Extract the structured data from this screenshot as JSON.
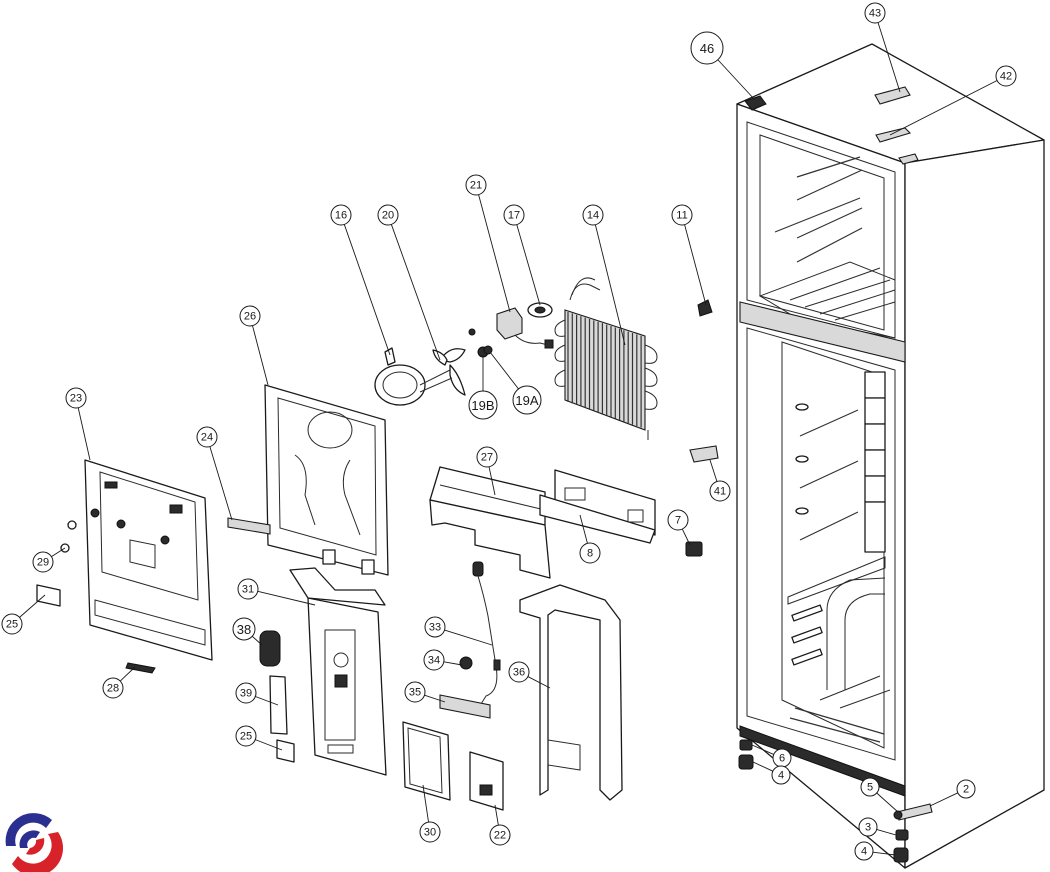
{
  "diagram": {
    "title": "Refrigerator exploded parts view",
    "brand_logo": {
      "icon": "swirl-logo-icon",
      "colors": {
        "blue": "#2b2f8f",
        "red": "#d8222a"
      }
    },
    "callouts": [
      {
        "id": "46",
        "label": "46",
        "part": "cabinet-top-hinge-cover-left",
        "large": true
      },
      {
        "id": "43",
        "label": "43",
        "part": "top-hinge-cover"
      },
      {
        "id": "42",
        "label": "42",
        "part": "top-hinge"
      },
      {
        "id": "21",
        "label": "21",
        "part": "fan-motor"
      },
      {
        "id": "16",
        "label": "16",
        "part": "fan-motor-bracket"
      },
      {
        "id": "20",
        "label": "20",
        "part": "fan-blade"
      },
      {
        "id": "17",
        "label": "17",
        "part": "motor-mount"
      },
      {
        "id": "14",
        "label": "14",
        "part": "evaporator"
      },
      {
        "id": "11",
        "label": "11",
        "part": "damper-sensor"
      },
      {
        "id": "19B",
        "label": "19B",
        "part": "grommet-b",
        "large": true
      },
      {
        "id": "19A",
        "label": "19A",
        "part": "grommet-a",
        "large": true
      },
      {
        "id": "26",
        "label": "26",
        "part": "air-duct-back-plate"
      },
      {
        "id": "23",
        "label": "23",
        "part": "evaporator-cover"
      },
      {
        "id": "24",
        "label": "24",
        "part": "clip"
      },
      {
        "id": "29",
        "label": "29",
        "part": "screw-cap"
      },
      {
        "id": "25",
        "label": "25",
        "part": "cover-cap"
      },
      {
        "id": "28",
        "label": "28",
        "part": "vent-grille"
      },
      {
        "id": "27",
        "label": "27",
        "part": "insulation-panel"
      },
      {
        "id": "8",
        "label": "8",
        "part": "crisper-cover"
      },
      {
        "id": "7",
        "label": "7",
        "part": "connector"
      },
      {
        "id": "41",
        "label": "41",
        "part": "lamp-holder"
      },
      {
        "id": "31",
        "label": "31",
        "part": "fridge-air-duct"
      },
      {
        "id": "38",
        "label": "38",
        "part": "knob",
        "large": true
      },
      {
        "id": "39",
        "label": "39",
        "part": "label-plate"
      },
      {
        "id": "25b",
        "label": "25",
        "part": "cover-cap-2"
      },
      {
        "id": "33",
        "label": "33",
        "part": "wire-harness"
      },
      {
        "id": "34",
        "label": "34",
        "part": "gear"
      },
      {
        "id": "35",
        "label": "35",
        "part": "lamp-switch"
      },
      {
        "id": "36",
        "label": "36",
        "part": "duct-frame"
      },
      {
        "id": "30",
        "label": "30",
        "part": "control-box"
      },
      {
        "id": "22",
        "label": "22",
        "part": "pcb"
      },
      {
        "id": "6",
        "label": "6",
        "part": "foot-bushing"
      },
      {
        "id": "4",
        "label": "4",
        "part": "adjustable-foot"
      },
      {
        "id": "5",
        "label": "5",
        "part": "hinge-pin"
      },
      {
        "id": "2",
        "label": "2",
        "part": "bottom-hinge"
      },
      {
        "id": "3",
        "label": "3",
        "part": "bushing"
      },
      {
        "id": "4b",
        "label": "4",
        "part": "adjustable-foot-2"
      }
    ]
  }
}
